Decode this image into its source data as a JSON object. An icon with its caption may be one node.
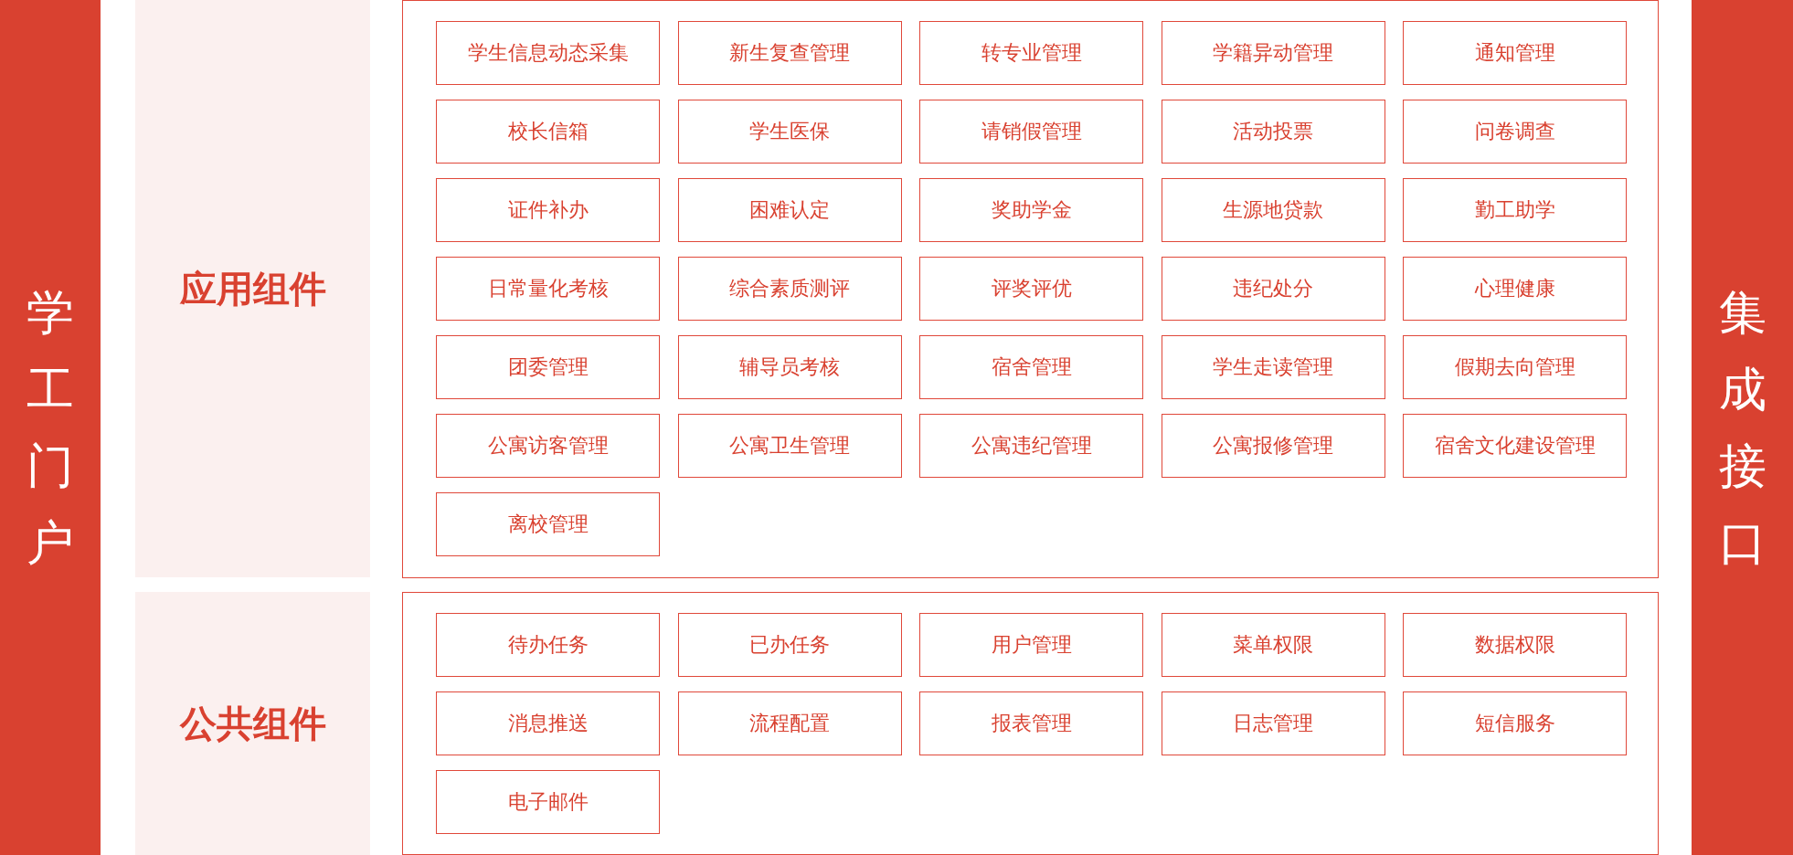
{
  "diagram": {
    "nodes": [
      {
        "text": [
          "学工门户"
        ]
      },
      {
        "text": [
          "应用组件"
        ]
      },
      {
        "text": [],
        "shape": "box"
      },
      {
        "text": [
          "学生信息动态采集"
        ],
        "in": 2
      },
      {
        "text": [
          "新生复查管理"
        ],
        "in": 2
      },
      {
        "text": [
          "转专业管理"
        ],
        "in": 2
      },
      {
        "text": [
          "学籍异动管理"
        ],
        "in": 2
      },
      {
        "text": [
          "通知管理"
        ],
        "in": 2
      },
      {
        "text": [
          "校长信箱"
        ],
        "in": 2
      },
      {
        "text": [
          "学生医保"
        ],
        "in": 2
      },
      {
        "text": [
          "请销假管理"
        ],
        "in": 2
      },
      {
        "text": [
          "活动投票"
        ],
        "in": 2
      },
      {
        "text": [
          "问卷调查"
        ],
        "in": 2
      },
      {
        "text": [
          "证件补办"
        ],
        "in": 2
      },
      {
        "text": [
          "困难认定"
        ],
        "in": 2
      },
      {
        "text": [
          "奖助学金"
        ],
        "in": 2
      },
      {
        "text": [
          "生源地贷款"
        ],
        "in": 2
      },
      {
        "text": [
          "勤工助学"
        ],
        "in": 2
      },
      {
        "text": [
          "日常量化考核"
        ],
        "in": 2
      },
      {
        "text": [
          "综合素质测评"
        ],
        "in": 2
      },
      {
        "text": [
          "评奖评优"
        ],
        "in": 2
      },
      {
        "text": [
          "违纪处分"
        ],
        "in": 2
      },
      {
        "text": [
          "心理健康"
        ],
        "in": 2
      },
      {
        "text": [
          "团委管理"
        ],
        "in": 2
      },
      {
        "text": [
          "辅导员考核"
        ],
        "in": 2
      },
      {
        "text": [
          "宿舍管理"
        ],
        "in": 2
      },
      {
        "text": [
          "学生走读管理"
        ],
        "in": 2
      },
      {
        "text": [
          "假期去向管理"
        ],
        "in": 2
      },
      {
        "text": [
          "公寓访客管理"
        ],
        "in": 2
      },
      {
        "text": [
          "公寓卫生管理"
        ],
        "in": 2
      },
      {
        "text": [
          "公寓违纪管理"
        ],
        "in": 2
      },
      {
        "text": [
          "公寓报修管理"
        ],
        "in": 2
      },
      {
        "text": [
          "宿舍文化建设管理"
        ],
        "in": 2
      },
      {
        "text": [
          "离校管理"
        ],
        "in": 2
      },
      {
        "text": [
          "公共组件"
        ]
      },
      {
        "text": [],
        "shape": "box"
      },
      {
        "text": [
          "待办任务"
        ],
        "in": 35
      },
      {
        "text": [
          "已办任务"
        ],
        "in": 35
      },
      {
        "text": [
          "用户管理"
        ],
        "in": 35
      },
      {
        "text": [
          "菜单权限"
        ],
        "in": 35
      },
      {
        "text": [
          "数据权限"
        ],
        "in": 35
      },
      {
        "text": [
          "消息推送"
        ],
        "in": 35
      },
      {
        "text": [
          "流程配置"
        ],
        "in": 35
      },
      {
        "text": [
          "报表管理"
        ],
        "in": 35
      },
      {
        "text": [
          "日志管理"
        ],
        "in": 35
      },
      {
        "text": [
          "短信服务"
        ],
        "in": 35
      },
      {
        "text": [
          "电子邮件"
        ],
        "in": 35
      },
      {
        "text": [
          "集成接口"
        ]
      }
    ]
  }
}
